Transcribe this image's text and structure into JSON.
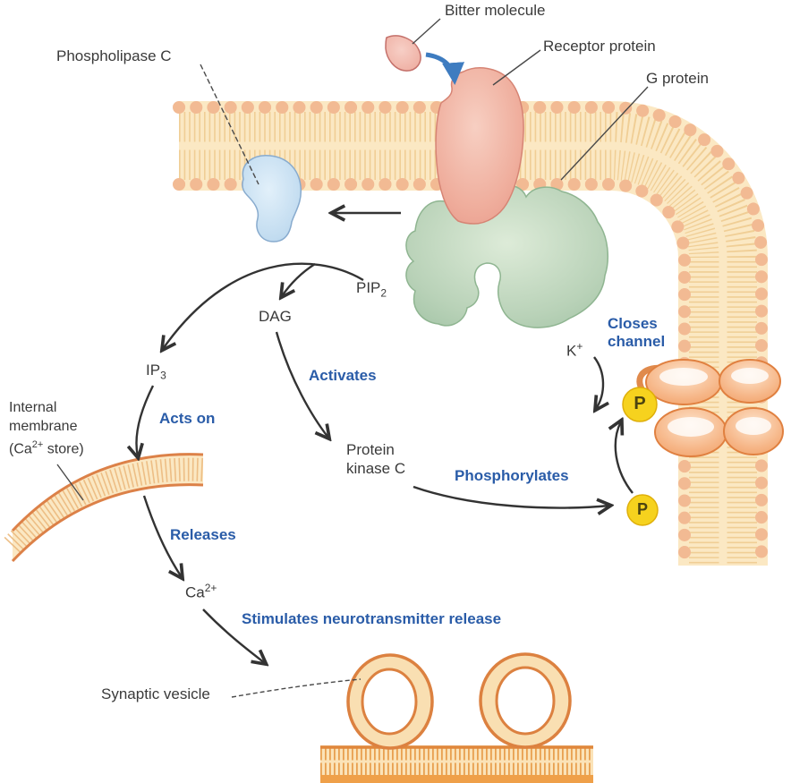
{
  "callouts": {
    "bitter_molecule": "Bitter molecule",
    "receptor_protein": "Receptor protein",
    "g_protein": "G protein",
    "phospholipase_c": "Phospholipase C",
    "synaptic_vesicle": "Synaptic vesicle",
    "internal_membrane": {
      "line1": "Internal",
      "line2": "membrane",
      "line3_pre": "(Ca",
      "line3_sup": "2+",
      "line3_post": " store)"
    }
  },
  "molecules": {
    "pip2": {
      "base": "PIP",
      "sub": "2"
    },
    "dag": "DAG",
    "ip3": {
      "base": "IP",
      "sub": "3"
    },
    "k": {
      "base": "K",
      "sup": "+"
    },
    "ca": {
      "base": "Ca",
      "sup": "2+"
    },
    "pkc": {
      "line1": "Protein",
      "line2": "kinase C"
    },
    "phosphate": "P"
  },
  "actions": {
    "activates": "Activates",
    "acts_on": "Acts on",
    "releases": "Releases",
    "phosphorylates": "Phosphorylates",
    "closes_channel": {
      "line1": "Closes",
      "line2": "channel"
    },
    "stimulates": "Stimulates neurotransmitter release"
  },
  "colors": {
    "blue_text": "#2a5ca8",
    "black_text": "#3a3a3a",
    "membrane_fill": "#fbe8c3",
    "membrane_tail": "#f0ce95",
    "membrane_head": "#f2ba93",
    "membrane_edge": "#dc8148",
    "bottom_stripe": "#e8a050",
    "vesicle_ring": "#f9dfb2",
    "vesicle_outline": "#dc8140",
    "receptor_fill": "#efad9c",
    "g_protein_fill": "#abc9ab",
    "phospholipase_fill": "#c2dcf0",
    "channel_fill": "#f4a872",
    "phosphate_fill": "#f6d21e",
    "arrow": "#333333",
    "blue_arrow": "#3e7cc0"
  }
}
